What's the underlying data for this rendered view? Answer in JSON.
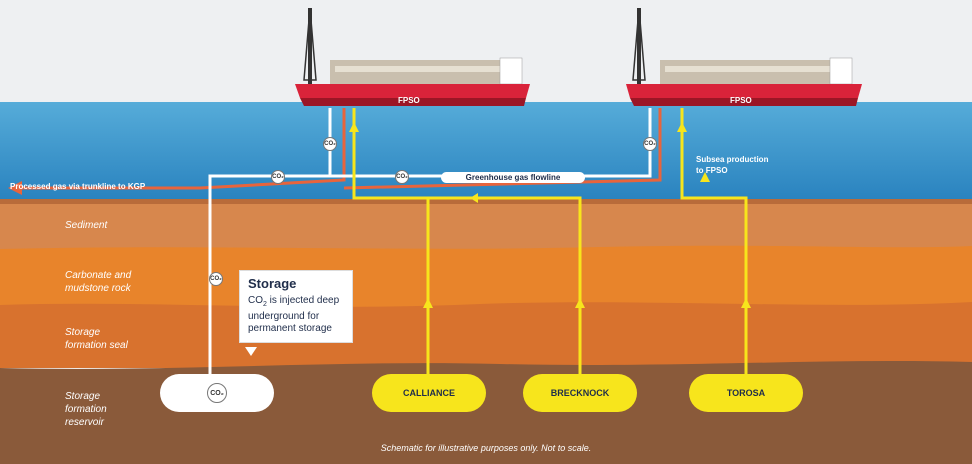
{
  "layers": {
    "sediment": "Sediment",
    "carbonate": "Carbonate and mudstone rock",
    "carbonate_l1": "Carbonate and",
    "carbonate_l2": "mudstone rock",
    "seal_l1": "Storage",
    "seal_l2": "formation seal",
    "reservoir_l1": "Storage",
    "reservoir_l2": "formation",
    "reservoir_l3": "reservoir"
  },
  "vessels": [
    {
      "label": "FPSO"
    },
    {
      "label": "FPSO"
    }
  ],
  "flow_labels": {
    "processed_gas": "Processed gas via trunkline to KGP",
    "greenhouse_flowline": "Greenhouse gas flowline",
    "subsea_l1": "Subsea production",
    "subsea_l2": "to FPSO"
  },
  "co2_badge": {
    "text": "CO₂"
  },
  "storage": {
    "title": "Storage",
    "text_l1_prefix": "CO",
    "text_l1_sub": "2",
    "text_l1_suffix": " is injected deep",
    "text_l2": "underground for",
    "text_l3": "permanent storage"
  },
  "fields": [
    {
      "name": "CALLIANCE"
    },
    {
      "name": "BRECKNOCK"
    },
    {
      "name": "TOROSA"
    }
  ],
  "footnote": "Schematic for illustrative purposes only. Not to scale.",
  "colors": {
    "sky": "#eef0f2",
    "sea_top": "#4aa3d4",
    "sea_bottom": "#2d86c2",
    "sediment": "#d7874d",
    "carbonate": "#e7832a",
    "seal": "#d9732d",
    "reservoir": "#8c5b3b",
    "hull": "#d9233a",
    "co2_pipe": "#ffffff",
    "gas_pipe": "#e8643c",
    "production_pipe": "#f7e51c"
  }
}
